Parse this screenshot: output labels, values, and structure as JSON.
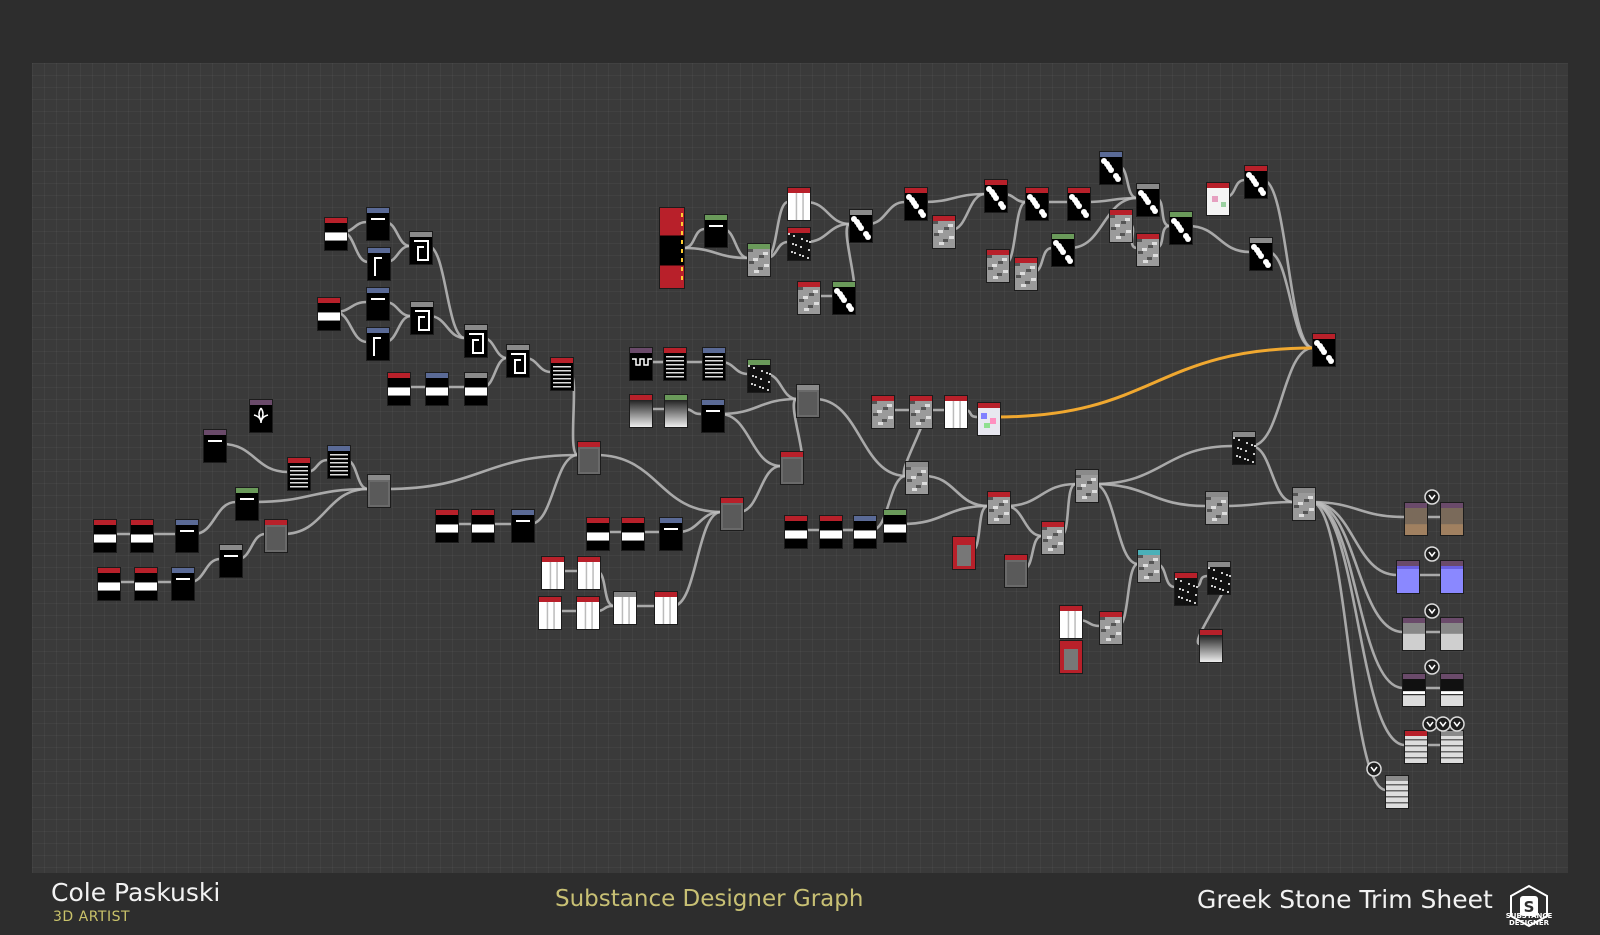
{
  "footer": {
    "artist_name": "Cole Paskuski",
    "artist_role": "3D ARTIST",
    "graph_title": "Substance Designer Graph",
    "sheet_title": "Greek Stone Trim Sheet",
    "logo_text_line1": "SUBSTANCE",
    "logo_text_line2": "DESIGNER"
  },
  "colors": {
    "canvas": "#3a3a3a",
    "frame": "#2d2d2d",
    "link": "#bdbdbd",
    "highlight_link": "#f0a830",
    "header_red": "#b8202a",
    "header_blue": "#5a6a96",
    "header_green": "#6a9a5a",
    "header_purple": "#6a4a6a",
    "header_gray": "#8a8a8a",
    "header_teal": "#4ab0b8"
  },
  "icons": {
    "output_node": "output-pin-icon",
    "logo": "substance-designer-logo-icon"
  }
}
